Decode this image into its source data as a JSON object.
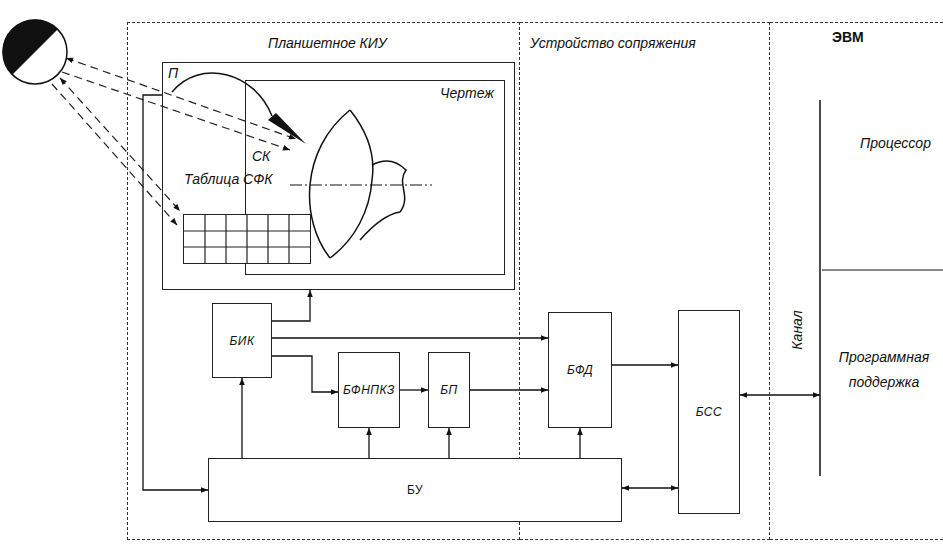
{
  "diagram": {
    "nodes": [
      {
        "text": [
          "Планшетное КИУ"
        ]
      },
      {
        "text": [
          "П"
        ],
        "in": 0
      },
      {
        "text": [
          "Чертеж"
        ],
        "in": 1
      },
      {
        "text": [
          "Таблица СФК"
        ],
        "in": 1
      },
      {
        "text": [
          "БИК"
        ],
        "in": 0
      },
      {
        "text": [
          "БФНПКЗ"
        ],
        "in": 0
      },
      {
        "text": [
          "БП"
        ],
        "in": 0
      },
      {
        "text": [
          "Устройство сопряжения"
        ]
      },
      {
        "text": [
          "БФД"
        ],
        "in": 7
      },
      {
        "text": [
          "БСС"
        ],
        "in": 7
      },
      {
        "text": [
          "ЭВМ"
        ]
      },
      {
        "text": [
          "БУ"
        ]
      }
    ],
    "edges": [
      {
        "from": 4,
        "to": 1,
        "arrow": "to"
      },
      {
        "from": 4,
        "to": 8,
        "arrow": "to"
      },
      {
        "from": 4,
        "to": 5,
        "arrow": "to"
      },
      {
        "from": 5,
        "to": 6,
        "arrow": "to"
      },
      {
        "from": 6,
        "to": 8,
        "arrow": "to"
      },
      {
        "from": 8,
        "to": 9,
        "arrow": "to"
      },
      {
        "from": 11,
        "to": 4,
        "arrow": "to"
      },
      {
        "from": 11,
        "to": 5,
        "arrow": "to"
      },
      {
        "from": 11,
        "to": 6,
        "arrow": "to"
      },
      {
        "from": 11,
        "to": 8,
        "arrow": "to"
      },
      {
        "from": 11,
        "to": 9,
        "arrow": "both"
      },
      {
        "from": 1,
        "to": 11,
        "arrow": "to"
      }
    ],
    "labels": [
      "СК",
      "Процессор",
      "Канал",
      "Программная поддержка"
    ]
  }
}
